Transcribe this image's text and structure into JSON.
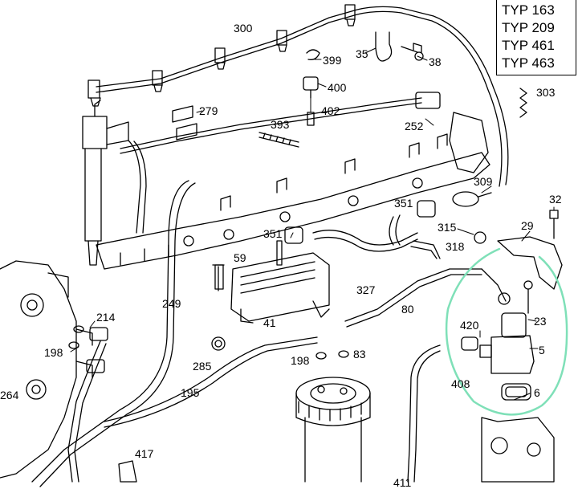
{
  "type_box": {
    "lines": [
      "TYP 163",
      "TYP 209",
      "TYP 461",
      "TYP 463"
    ]
  },
  "callouts": {
    "c300": "300",
    "c399": "399",
    "c35": "35",
    "c38": "38",
    "c303": "303",
    "c400": "400",
    "c279": "279",
    "c402": "402",
    "c393": "393",
    "c252": "252",
    "c309": "309",
    "c32": "32",
    "c351a": "351",
    "c29": "29",
    "c315": "315",
    "c351b": "351",
    "c318": "318",
    "c59": "59",
    "c249": "249",
    "c327": "327",
    "c80": "80",
    "c420": "420",
    "c23": "23",
    "c5": "5",
    "c214": "214",
    "c198a": "198",
    "c41": "41",
    "c285": "285",
    "c198b": "198",
    "c83": "83",
    "c408": "408",
    "c6": "6",
    "c264": "264",
    "c195": "195",
    "c417": "417",
    "c411": "411"
  },
  "colors": {
    "line": "#000000",
    "highlight": "#7fe0b8",
    "background": "#ffffff"
  }
}
